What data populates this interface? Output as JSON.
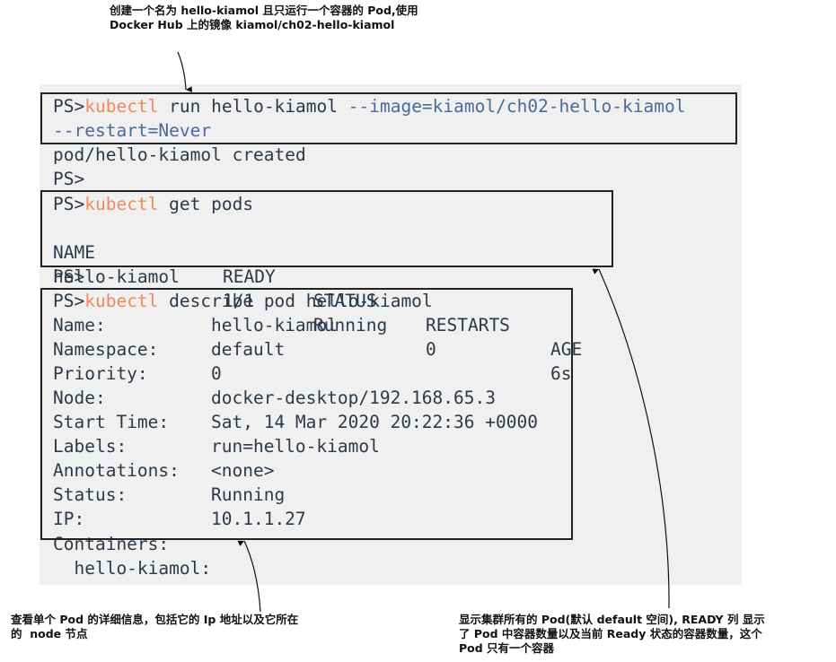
{
  "annotations": {
    "top_line1": "创建一个名为 hello-kiamol 且只运行一个容器的 Pod,使用",
    "top_line2": "Docker Hub 上的镜像 kiamol/ch02-hello-kiamol",
    "left_line1": "查看单个 Pod 的详细信息，包括它的 Ip 地址以及它所在",
    "left_line2": "的  node 节点",
    "right_line1": "显示集群所有的 Pod(默认 default 空间), READY 列 显示",
    "right_line2": "了 Pod 中容器数量以及当前 Ready 状态的容器数量，这个",
    "right_line3": "Pod 只有一个容器"
  },
  "terminal": {
    "prompt": "PS>",
    "cmd_kubectl": "kubectl",
    "run_rest": " run hello-kiamol ",
    "run_image_arg": "--image=kiamol/ch02-hello-kiamol",
    "run_restart_arg": "--restart=Never",
    "run_output": "pod/hello-kiamol created",
    "get_rest": " get pods",
    "pods_header": [
      "NAME",
      "READY",
      "STATUS",
      "RESTARTS",
      "AGE"
    ],
    "pods_row": [
      "hello-kiamol",
      "1/1",
      "Running",
      "0",
      "6s"
    ],
    "describe_rest": " describe pod hello-kiamol",
    "details": [
      {
        "key": "Name:",
        "value": "hello-kiamol"
      },
      {
        "key": "Namespace:",
        "value": "default"
      },
      {
        "key": "Priority:",
        "value": "0"
      },
      {
        "key": "Node:",
        "value": "docker-desktop/192.168.65.3"
      },
      {
        "key": "Start Time:",
        "value": "Sat, 14 Mar 2020 20:22:36 +0000"
      },
      {
        "key": "Labels:",
        "value": "run=hello-kiamol"
      },
      {
        "key": "Annotations:",
        "value": "<none>"
      },
      {
        "key": "Status:",
        "value": "Running"
      },
      {
        "key": "IP:",
        "value": "10.1.1.27"
      }
    ],
    "containers_label": "Containers:",
    "container_name": "  hello-kiamol:"
  }
}
